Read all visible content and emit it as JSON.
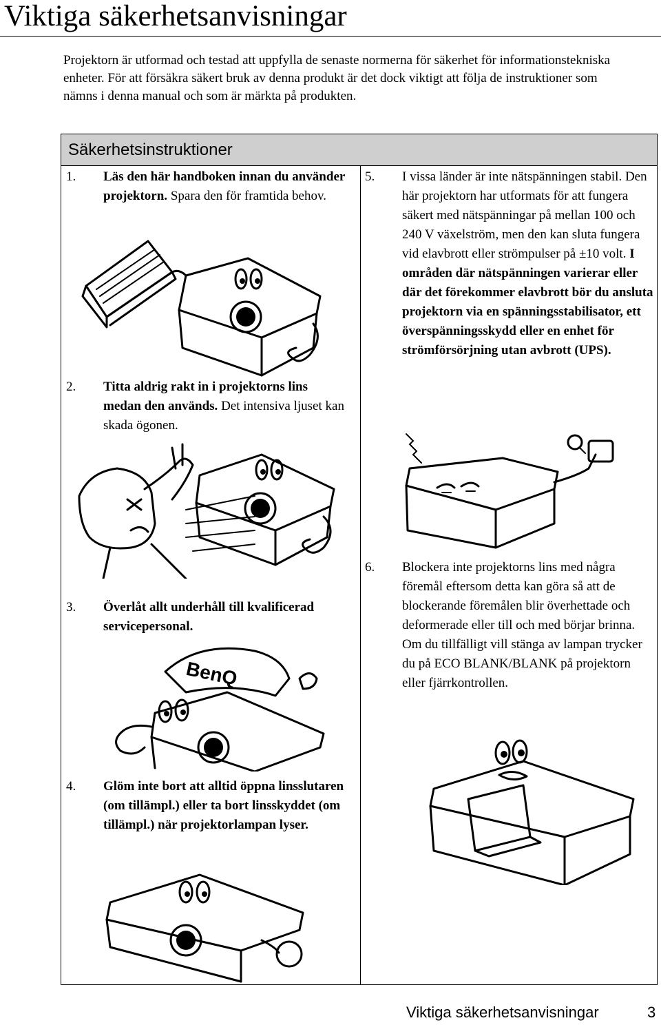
{
  "header": {
    "title": "Viktiga säkerhetsanvisningar"
  },
  "intro": "Projektorn är utformad och testad att uppfylla de senaste normerna för säkerhet för informationstekniska enheter. För att försäkra säkert bruk av denna produkt är det dock viktigt att följa de instruktioner som nämns i denna manual och som är märkta på produkten.",
  "section": {
    "title": "Säkerhetsinstruktioner"
  },
  "items": [
    {
      "num": "1.",
      "bold": "Läs den här handboken innan du använder projektorn.",
      "rest": " Spara den för framtida behov."
    },
    {
      "num": "2.",
      "bold": "Titta aldrig rakt in i projektorns lins medan den används.",
      "rest": " Det intensiva ljuset kan skada ögonen."
    },
    {
      "num": "3.",
      "bold": "Överlåt allt underhåll till kvalificerad servicepersonal.",
      "rest": ""
    },
    {
      "num": "4.",
      "bold": "Glöm inte bort att alltid öppna linsslutaren (om tillämpl.) eller ta bort linsskyddet (om tillämpl.) när projektorlampan lyser.",
      "rest": ""
    },
    {
      "num": "5.",
      "pre": "I vissa länder är inte nätspänningen stabil. Den här projektorn har utformats för att fungera säkert med nätspänningar på mellan 100 och 240 V växelström, men den kan sluta fungera vid elavbrott eller strömpulser på ±10 volt.",
      "bold": " I områden där nätspänningen varierar eller där det förekommer elavbrott bör du ansluta projektorn via en spänningsstabilisator, ett överspänningsskydd eller en enhet för strömförsörjning utan avbrott (UPS)."
    },
    {
      "num": "6.",
      "pre": "Blockera inte projektorns lins med några föremål eftersom detta kan göra så att de blockerande föremålen blir överhettade och deformerade eller till och med börjar brinna. Om du tillfälligt vill stänga av lampan trycker du på ",
      "key": "ECO BLANK/BLANK",
      "post": " på projektorn eller fjärrkontrollen."
    }
  ],
  "illustrations": {
    "cap_logo": "BenQ"
  },
  "footer": {
    "title": "Viktiga säkerhetsanvisningar",
    "page": "3"
  }
}
